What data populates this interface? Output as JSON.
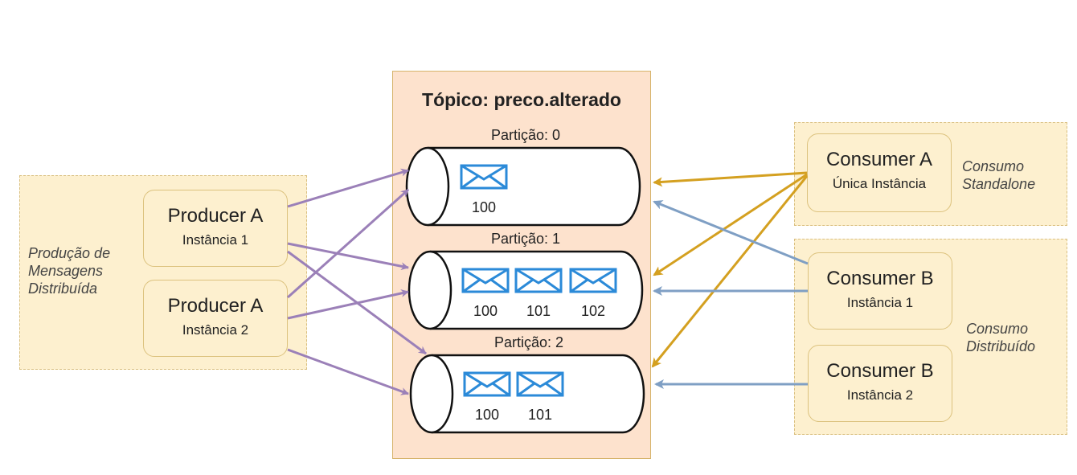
{
  "colors": {
    "producer_arrow": "#9b80b8",
    "standalone_arrow": "#d4a020",
    "distributed_arrow": "#7f9fc4",
    "envelope": "#2b8ad8",
    "group_fill": "#fdf0cf",
    "topic_fill": "#fde2cd"
  },
  "producer_group": {
    "label": "Produção de Mensagens Distribuída",
    "producers": [
      {
        "name": "Producer A",
        "instance": "Instância 1"
      },
      {
        "name": "Producer A",
        "instance": "Instância 2"
      }
    ]
  },
  "topic": {
    "title": "Tópico: preco.alterado",
    "partitions": [
      {
        "label": "Partição: 0",
        "messages": [
          "100"
        ]
      },
      {
        "label": "Partição: 1",
        "messages": [
          "100",
          "101",
          "102"
        ]
      },
      {
        "label": "Partição: 2",
        "messages": [
          "100",
          "101"
        ]
      }
    ]
  },
  "standalone_group": {
    "label": "Consumo Standalone",
    "consumer": {
      "name": "Consumer A",
      "instance": "Única Instância"
    }
  },
  "distributed_group": {
    "label": "Consumo Distribuído",
    "consumers": [
      {
        "name": "Consumer B",
        "instance": "Instância 1"
      },
      {
        "name": "Consumer B",
        "instance": "Instância 2"
      }
    ]
  }
}
